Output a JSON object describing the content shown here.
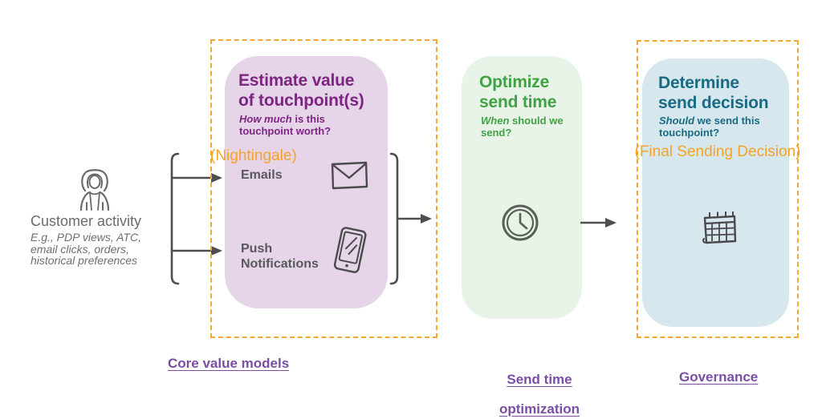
{
  "colors": {
    "dashed_border": "#F4A733",
    "annotation_orange": "#F7A229",
    "purple_title": "#7E2483",
    "purple_box_bg": "#E6D4E8",
    "green_title": "#3FA344",
    "green_box_bg": "#E8F4E8",
    "teal_title": "#196B85",
    "blue_box_bg": "#D6E7EE",
    "link_purple": "#7A4EA5",
    "gray_text": "#58595B"
  },
  "customer": {
    "title": "Customer activity",
    "subtitle_lines": [
      "E.g., PDP views, ATC,",
      "email clicks, orders,",
      "historical preferences"
    ]
  },
  "value_box": {
    "title_line1": "Estimate value",
    "title_line2": "of touchpoint(s)",
    "subtitle_italic": "How much",
    "subtitle_rest": " is this touchpoint worth?",
    "annotation": "(Nightingale)",
    "items": [
      {
        "label": "Emails",
        "icon": "envelope-icon"
      },
      {
        "label": "Push Notifications",
        "icon": "phone-icon"
      }
    ],
    "footer_link": "Core value models"
  },
  "send_time_box": {
    "title_line1": "Optimize",
    "title_line2": "send time",
    "subtitle_italic": "When",
    "subtitle_rest": " should we send?",
    "icon": "clock-icon",
    "footer_link_line1": "Send time",
    "footer_link_line2": "optimization"
  },
  "decision_box": {
    "title_line1": "Determine",
    "title_line2": "send decision",
    "subtitle_italic": "Should",
    "subtitle_rest": " we send this touchpoint?",
    "annotation": "(Final Sending Decision)",
    "icon": "calendar-icon",
    "footer_link": "Governance"
  }
}
